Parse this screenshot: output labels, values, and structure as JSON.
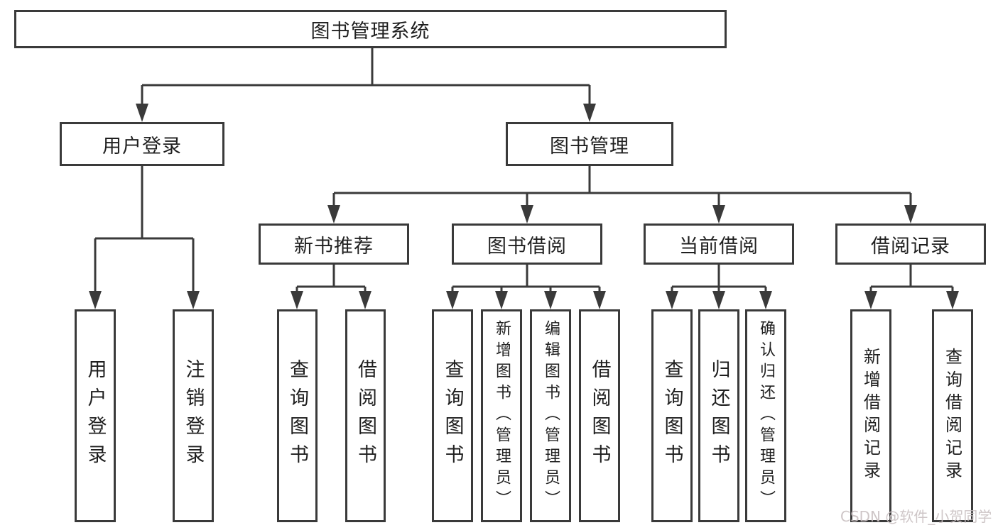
{
  "colors": {
    "line": "#3a3a3a",
    "text": "#1f1f1f",
    "box-bg": "#ffffff",
    "watermark": "#c9c0c2"
  },
  "watermark": {
    "text": "CSDN @软件_小贺同学"
  },
  "tree": {
    "root": {
      "label": "图书管理系统",
      "children": [
        {
          "label": "用户登录",
          "children": [
            {
              "label": "用户登录"
            },
            {
              "label": "注销登录"
            }
          ]
        },
        {
          "label": "图书管理",
          "children": [
            {
              "label": "新书推荐",
              "children": [
                {
                  "label": "查询图书"
                },
                {
                  "label": "借阅图书"
                }
              ]
            },
            {
              "label": "图书借阅",
              "children": [
                {
                  "label": "查询图书"
                },
                {
                  "label": "新增图书（管理员）"
                },
                {
                  "label": "编辑图书（管理员）"
                },
                {
                  "label": "借阅图书"
                }
              ]
            },
            {
              "label": "当前借阅",
              "children": [
                {
                  "label": "查询图书"
                },
                {
                  "label": "归还图书"
                },
                {
                  "label": "确认归还（管理员）"
                }
              ]
            },
            {
              "label": "借阅记录",
              "children": [
                {
                  "label": "新增借阅记录"
                },
                {
                  "label": "查询借阅记录"
                }
              ]
            }
          ]
        }
      ]
    }
  }
}
